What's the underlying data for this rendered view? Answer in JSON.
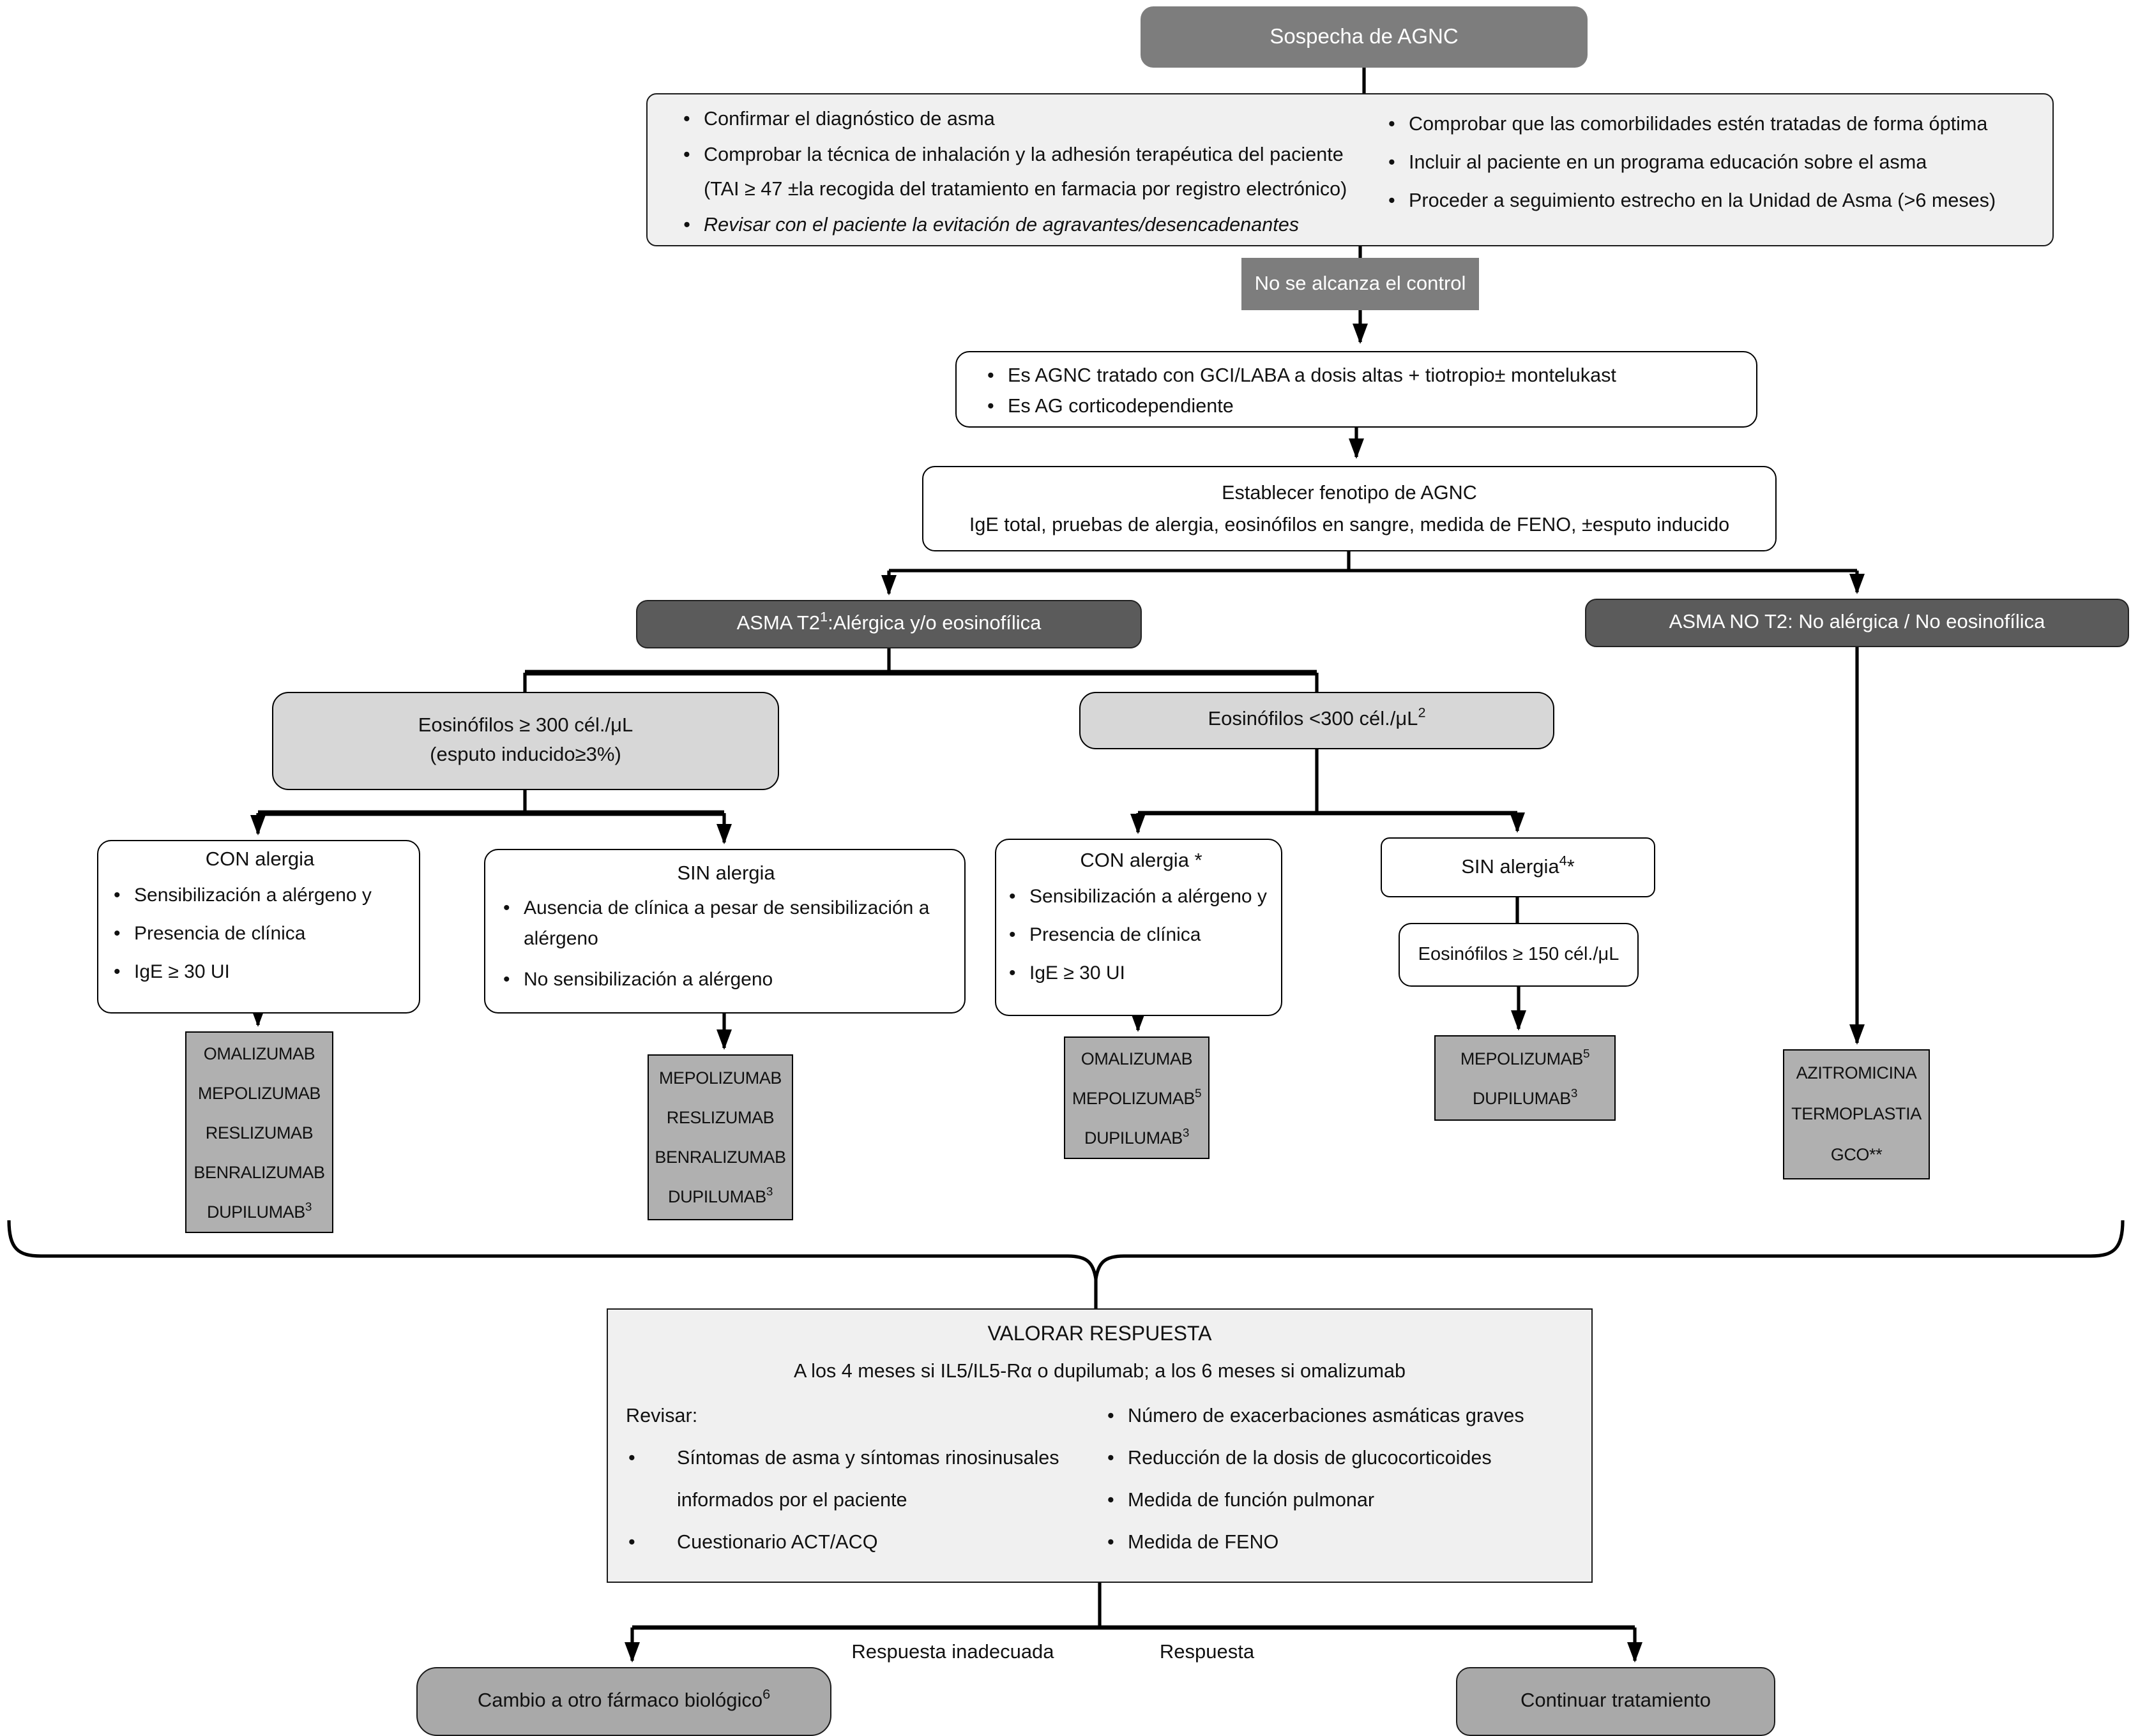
{
  "colors": {
    "dark-box": "#7d7d7d",
    "branch-box": "#5b5b5b",
    "light-box": "#d7d7d7",
    "panel-box": "#f0f0f0",
    "drug-box": "#b0b0b0",
    "terminal-box": "#a9a9a9"
  },
  "nodes": {
    "sospecha": {
      "label": "Sospecha de AGNC"
    },
    "checklist": {
      "left": [
        "Confirmar el diagnóstico de asma",
        "Comprobar la técnica de inhalación y la adhesión terapéutica del paciente",
        "Revisar con el paciente la evitación de agravantes/desencadenantes"
      ],
      "left_item2_sub": "(TAI ≥ 47 ±la recogida del tratamiento en farmacia por registro electrónico)",
      "right": [
        "Comprobar que las comorbilidades estén tratadas de forma óptima",
        "Incluir al paciente en un programa educación sobre el asma",
        "Proceder a seguimiento estrecho en la Unidad de Asma (>6 meses)"
      ]
    },
    "no_control": {
      "label": "No se alcanza el control"
    },
    "criterios": {
      "items": [
        "Es AGNC tratado con GCI/LABA a dosis altas + tiotropio± montelukast",
        "Es AG corticodependiente"
      ]
    },
    "fenotipo": {
      "title": "Establecer fenotipo de AGNC",
      "subtitle": "IgE total, pruebas de alergia, eosinófilos en sangre, medida de FENO, ±esputo inducido"
    },
    "asma_t2": {
      "text": "ASMA T2",
      "sup": "1",
      "rest": ":Alérgica y/o eosinofílica"
    },
    "asma_no_t2": {
      "label": "ASMA NO T2: No alérgica / No eosinofílica"
    },
    "eos_300": {
      "line1": "Eosinófilos ≥ 300 cél./μL",
      "line2": "(esputo inducido≥3%)"
    },
    "eos_lt300": {
      "text": "Eosinófilos <300 cél./μL",
      "sup": "2"
    },
    "con_alergia_1": {
      "title": "CON alergia",
      "items": [
        "Sensibilización a alérgeno y",
        "Presencia de clínica",
        "IgE ≥ 30 UI"
      ]
    },
    "sin_alergia_1": {
      "title": "SIN alergia",
      "items": [
        "Ausencia de clínica a pesar de sensibilización a alérgeno",
        "No sensibilización a alérgeno"
      ]
    },
    "con_alergia_2": {
      "title": "CON alergia *",
      "items": [
        "Sensibilización a alérgeno y",
        "Presencia de clínica",
        "IgE ≥ 30 UI"
      ]
    },
    "sin_alergia_2": {
      "text": "SIN alergia",
      "sup": "4",
      "star": "*"
    },
    "eos_150": {
      "label": "Eosinófilos ≥ 150 cél./μL"
    },
    "drug1": {
      "lines": [
        {
          "t": "OMALIZUMAB",
          "s": ""
        },
        {
          "t": "MEPOLIZUMAB",
          "s": ""
        },
        {
          "t": "RESLIZUMAB",
          "s": ""
        },
        {
          "t": "BENRALIZUMAB",
          "s": ""
        },
        {
          "t": "DUPILUMAB",
          "s": "3"
        }
      ]
    },
    "drug2": {
      "lines": [
        {
          "t": "MEPOLIZUMAB",
          "s": ""
        },
        {
          "t": "RESLIZUMAB",
          "s": ""
        },
        {
          "t": "BENRALIZUMAB",
          "s": ""
        },
        {
          "t": "DUPILUMAB",
          "s": "3"
        }
      ]
    },
    "drug3": {
      "lines": [
        {
          "t": "OMALIZUMAB",
          "s": ""
        },
        {
          "t": "MEPOLIZUMAB",
          "s": "5"
        },
        {
          "t": "DUPILUMAB",
          "s": "3"
        }
      ]
    },
    "drug4": {
      "lines": [
        {
          "t": "MEPOLIZUMAB",
          "s": "5"
        },
        {
          "t": "DUPILUMAB",
          "s": "3"
        }
      ]
    },
    "azitro": {
      "lines": [
        "AZITROMICINA",
        "TERMOPLASTIA",
        "GCO**"
      ]
    },
    "valorar": {
      "title": "VALORAR RESPUESTA",
      "subtitle": "A los 4 meses si IL5/IL5-Rα  o dupilumab; a los 6 meses si omalizumab",
      "revisar": "Revisar:",
      "left_items": [
        "Síntomas de asma y síntomas rinosinusales",
        "informados por el paciente",
        "Cuestionario ACT/ACQ"
      ],
      "right_items": [
        "Número de exacerbaciones asmáticas graves",
        "Reducción de la dosis de glucocorticoides",
        "Medida de función pulmonar",
        "Medida de FENO"
      ]
    },
    "outcomes": {
      "inadequate_label": "Respuesta inadecuada",
      "response_label": "Respuesta",
      "change": {
        "text": "Cambio a otro fármaco biológico",
        "sup": "6"
      },
      "continue": "Continuar tratamiento"
    }
  }
}
